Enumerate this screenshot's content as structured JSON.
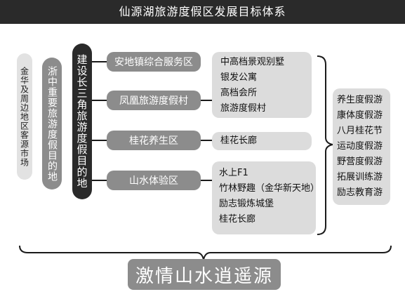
{
  "title": "仙源湖旅游度假区发展目标体系",
  "pills": {
    "market": "金华及周边地区客源市场",
    "important": "浙中重要旅游度假目的地",
    "center": "建设长三角旅游度假目的地"
  },
  "zones": [
    {
      "label": "安地镇综合服务区"
    },
    {
      "label": "凤凰旅游度假村"
    },
    {
      "label": "桂花养生区"
    },
    {
      "label": "山水体验区"
    }
  ],
  "details": {
    "group1": [
      "中高档景观别墅",
      "银发公寓",
      "高档会所",
      "旅游度假村"
    ],
    "group2": [
      "桂花长廊"
    ],
    "group3": [
      "水上F1",
      "竹林野趣（金华新天地）",
      "励志锻炼城堡",
      "桂花长廊"
    ]
  },
  "products": [
    "养生度假游",
    "康体度假游",
    "八月桂花节",
    "运动度假游",
    "野营度假游",
    "拓展训练游",
    "励志教育游"
  ],
  "slogan": "激情山水逍遥源"
}
